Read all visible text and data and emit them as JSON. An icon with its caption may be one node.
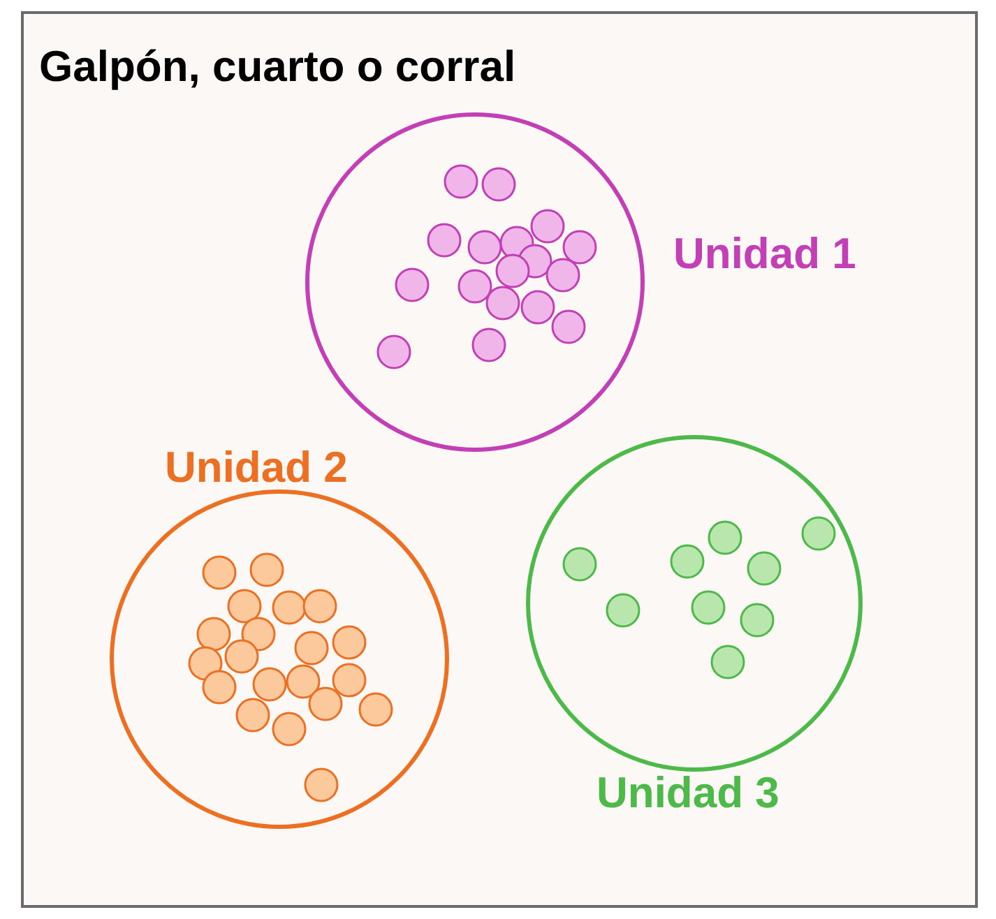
{
  "diagram": {
    "nodes": [
      {
        "text": [
          "Galpón, cuarto o corral"
        ]
      },
      {
        "text": [
          "Unidad 1"
        ],
        "in": 0
      },
      {
        "text": [
          "Unidad 2"
        ],
        "in": 0
      },
      {
        "text": [
          "Unidad 3"
        ],
        "in": 0
      }
    ],
    "edges": []
  }
}
